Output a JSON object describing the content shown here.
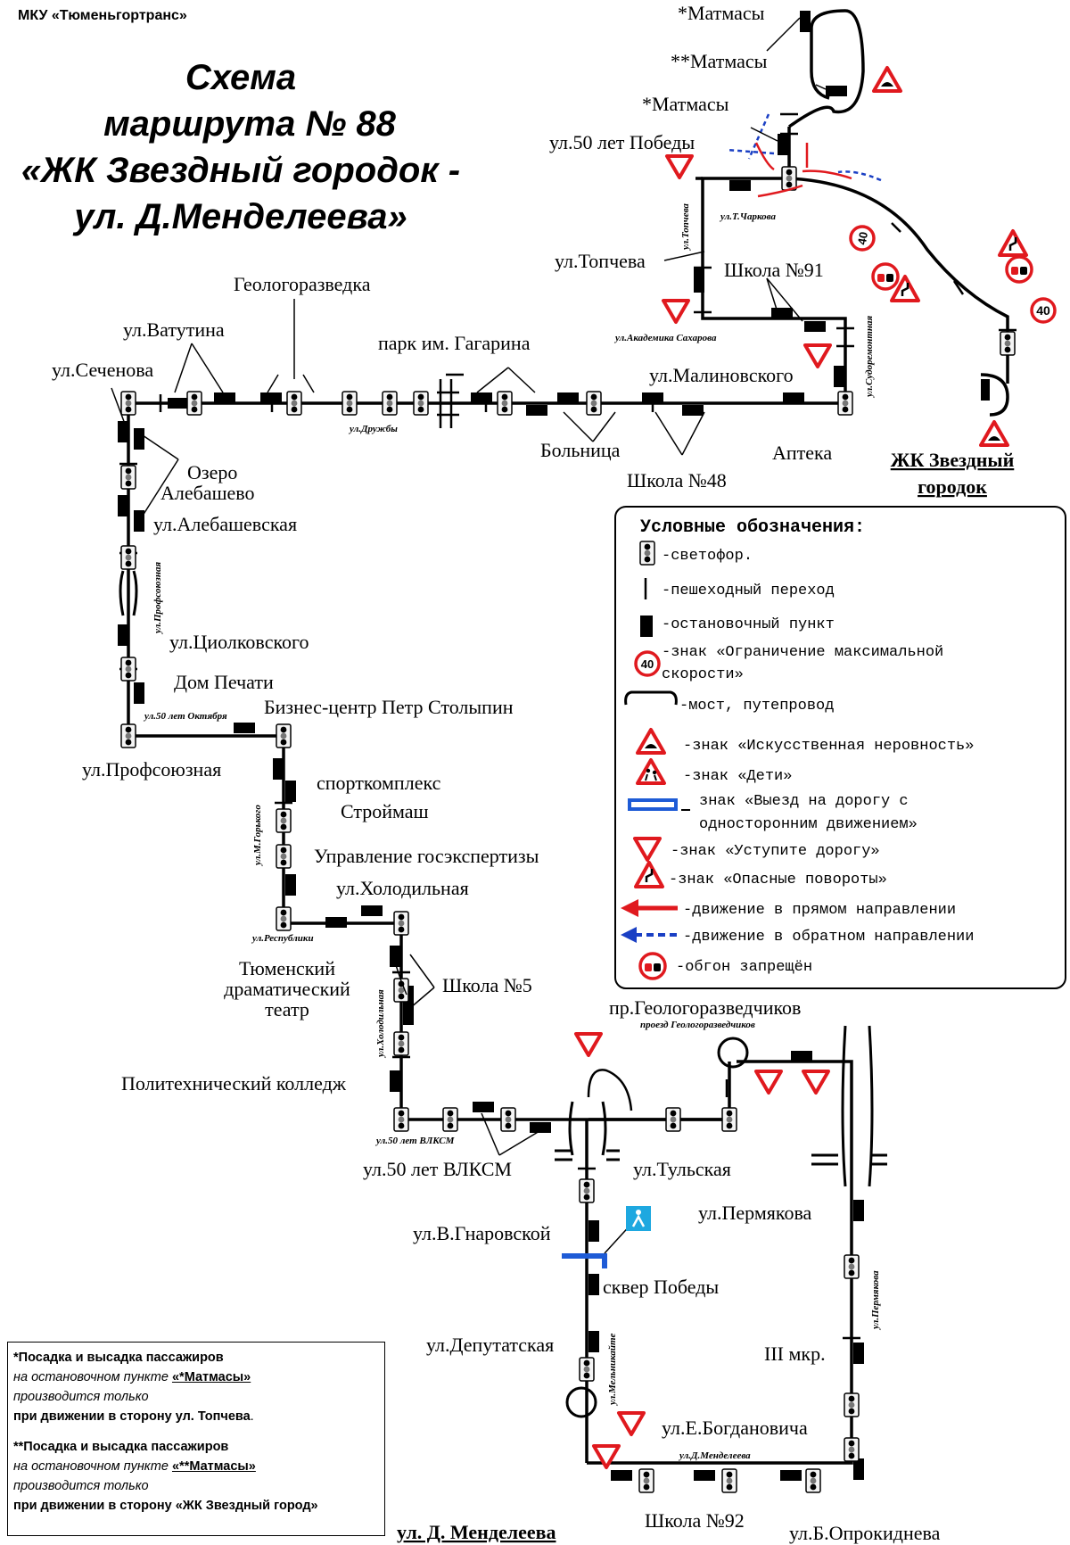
{
  "org": "МКУ «Тюменьгортранс»",
  "title": [
    "Схема",
    "маршрута № 88",
    "«ЖК Звездный городок -",
    "ул. Д.Менделеева»"
  ],
  "stops": {
    "matmasy1": "*Матмасы",
    "matmasy2": "**Матмасы",
    "matmasy3": "*Матмасы",
    "pobedy50": "ул.50 лет Победы",
    "topcheva": "ул.Топчева",
    "school91": "Школа №91",
    "geolog": "Геологоразведка",
    "vatutina": "ул.Ватутина",
    "gagarin": "парк им. Гагарина",
    "sechenova": "ул.Сеченова",
    "malinovsk": "ул.Малиновского",
    "bolnica": "Больница",
    "school48": "Школа №48",
    "apteka": "Аптека",
    "ozero1": "Озеро",
    "ozero2": "Алебашево",
    "alebash": "ул.Алебашевская",
    "ciolk": "ул.Циолковского",
    "dompechati": "Дом Печати",
    "stolypin": "Бизнес-центр Петр Столыпин",
    "profsouz": "ул.Профсоюзная",
    "sport1": "спорткомплекс",
    "sport2": "Строймаш",
    "gosexp": "Управление госэкспертизы",
    "holod": "ул.Холодильная",
    "teatr1": "Тюменский",
    "teatr2": "драматический",
    "teatr3": "театр",
    "school5": "Школа №5",
    "politeh": "Политехнический колледж",
    "vlksm": "ул.50 лет ВЛКСМ",
    "tulskaya": "ул.Тульская",
    "geolrazv": "пр.Геологоразведчиков",
    "permyakova": "ул.Пермякова",
    "gnarovsk": "ул.В.Гнаровской",
    "skver": "сквер Победы",
    "deputat": "ул.Депутатская",
    "mkr3": "III мкр.",
    "bogdan": "ул.Е.Богдановича",
    "school92": "Школа №92",
    "oprok": "ул.Б.Опрокиднева",
    "mendel": "ул. Д. Менделеева",
    "zvezd1": "ЖК Звездный",
    "zvezd2": "городок"
  },
  "streets": {
    "charkova": "ул.Т.Чаркова",
    "topcheva_v": "ул.Топчева",
    "saharova": "ул.Академика Сахарова",
    "sudorem": "ул.Судоремонтная",
    "druzhby": "ул.Дружбы",
    "profsouz_v": "ул.Профсоюзная",
    "okt50": "ул.50 лет Октября",
    "gorkogo": "ул.М.Горького",
    "respub": "ул.Республики",
    "holod_v": "ул.Холодильная",
    "vlksm_s": "ул.50 лет ВЛКСМ",
    "geolog_pr": "проезд Геологоразведчиков",
    "melnik": "ул.Мельникайте",
    "permyak_v": "ул.Пермякова",
    "mendel_s": "ул.Д.Менделеева"
  },
  "speed_limit": "40",
  "legend": {
    "title": "Условные обозначения:",
    "items": [
      "-светофор.",
      "-пешеходный переход",
      "-остановочный пункт",
      "-знак «Ограничение максимальной",
      "скорости»",
      "-мост, путепровод",
      "-знак «Искусственная неровность»",
      "-знак «Дети»",
      "знак «Выезд на дорогу с",
      "односторонним движением»",
      "-знак «Уступите дорогу»",
      "-знак «Опасные повороты»",
      "-движение в прямом направлении",
      "-движение в обратном направлении",
      "-обгон запрещён"
    ]
  },
  "note": {
    "p1_bold": "*Посадка и высадка пассажиров",
    "p1_italic": "на остановочном пункте ",
    "p1_stop": "«*Матмасы»",
    "p1_line3": "производится только",
    "p1_line4": "при движении в сторону ул. Топчева",
    "p1_tail": ".",
    "p2_bold": "**Посадка и высадка пассажиров",
    "p2_italic": "на остановочном пункте ",
    "p2_stop": "«**Матмасы»",
    "p2_line3": "производится только",
    "p2_line4": "при движении в сторону «ЖК Звездный город»"
  },
  "colors": {
    "route": "#000000",
    "forward": "#e0191e",
    "backward": "#1a3fc4",
    "sign_red": "#e0191e",
    "onewaysign": "#1e5bd6",
    "children_sign": "#1ea8e0"
  }
}
